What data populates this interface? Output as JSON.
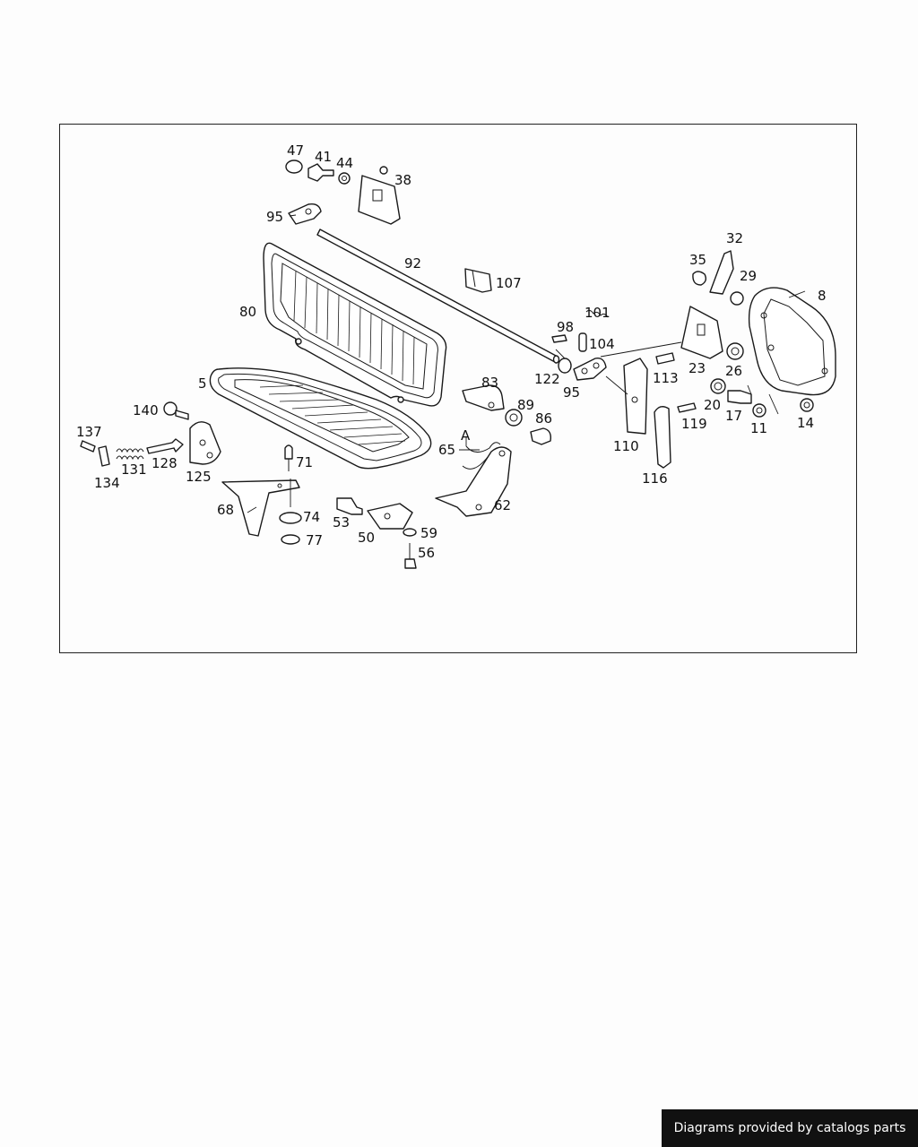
{
  "footer": {
    "credit": "Diagrams provided by catalogs parts"
  },
  "diagram": {
    "callouts": [
      "47",
      "41",
      "44",
      "38",
      "95",
      "92",
      "107",
      "32",
      "35",
      "29",
      "8",
      "80",
      "98",
      "101",
      "104",
      "122",
      "95",
      "113",
      "23",
      "26",
      "5",
      "83",
      "89",
      "86",
      "20",
      "17",
      "11",
      "14",
      "110",
      "119",
      "116",
      "140",
      "137",
      "134",
      "131",
      "128",
      "125",
      "71",
      "65",
      "62",
      "68",
      "74",
      "77",
      "53",
      "50",
      "59",
      "56"
    ],
    "section_marker": "A"
  }
}
